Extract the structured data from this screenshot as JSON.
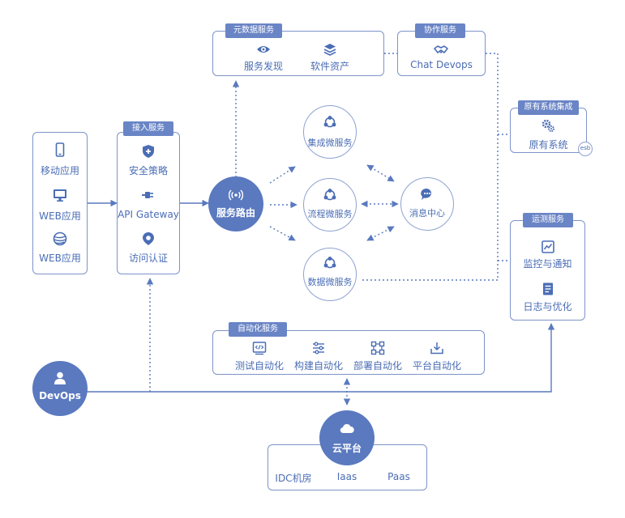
{
  "colors": {
    "primary": "#5a79bf",
    "border": "#7d93c8",
    "text": "#4a6db5",
    "tag": "#6a85c6"
  },
  "client_apps": [
    {
      "label": "移动应用",
      "icon": "mobile-phone-icon"
    },
    {
      "label": "WEB应用",
      "icon": "monitor-icon"
    },
    {
      "label": "WEB应用",
      "icon": "globe-icon"
    }
  ],
  "access_service": {
    "title": "接入服务",
    "items": [
      {
        "label": "安全策略",
        "icon": "shield-icon"
      },
      {
        "label": "API Gateway",
        "icon": "plug-icon"
      },
      {
        "label": "访问认证",
        "icon": "location-pin-icon"
      }
    ]
  },
  "service_router": {
    "label": "服务路由",
    "icon": "signal-icon"
  },
  "metadata_service": {
    "title": "元数据服务",
    "items": [
      {
        "label": "服务发现",
        "icon": "eye-icon"
      },
      {
        "label": "软件资产",
        "icon": "layers-icon"
      }
    ]
  },
  "collab_service": {
    "title": "协作服务",
    "label": "Chat Devops",
    "icon": "handshake-icon"
  },
  "legacy_systems": {
    "title": "原有系统集成",
    "label": "原有系统",
    "icon": "gears-icon",
    "badge": "esb"
  },
  "microservices": [
    {
      "label": "集成微服务",
      "icon": "share-nodes-icon"
    },
    {
      "label": "流程微服务",
      "icon": "share-nodes-icon"
    },
    {
      "label": "数据微服务",
      "icon": "share-nodes-icon"
    }
  ],
  "message_center": {
    "label": "消息中心",
    "icon": "chat-bubble-icon"
  },
  "ops_service": {
    "title": "运测服务",
    "items": [
      {
        "label": "监控与通知",
        "icon": "chart-monitor-icon"
      },
      {
        "label": "日志与优化",
        "icon": "document-list-icon"
      }
    ]
  },
  "automation_service": {
    "title": "自动化服务",
    "items": [
      {
        "label": "测试自动化",
        "icon": "code-window-icon"
      },
      {
        "label": "构建自动化",
        "icon": "sliders-icon"
      },
      {
        "label": "部署自动化",
        "icon": "nodes-icon"
      },
      {
        "label": "平台自动化",
        "icon": "download-icon"
      }
    ]
  },
  "devops": {
    "label": "DevOps",
    "icon": "user-icon"
  },
  "cloud_platform": {
    "label": "云平台",
    "icon": "cloud-icon",
    "items": [
      "IDC机房",
      "Iaas",
      "Paas"
    ]
  }
}
